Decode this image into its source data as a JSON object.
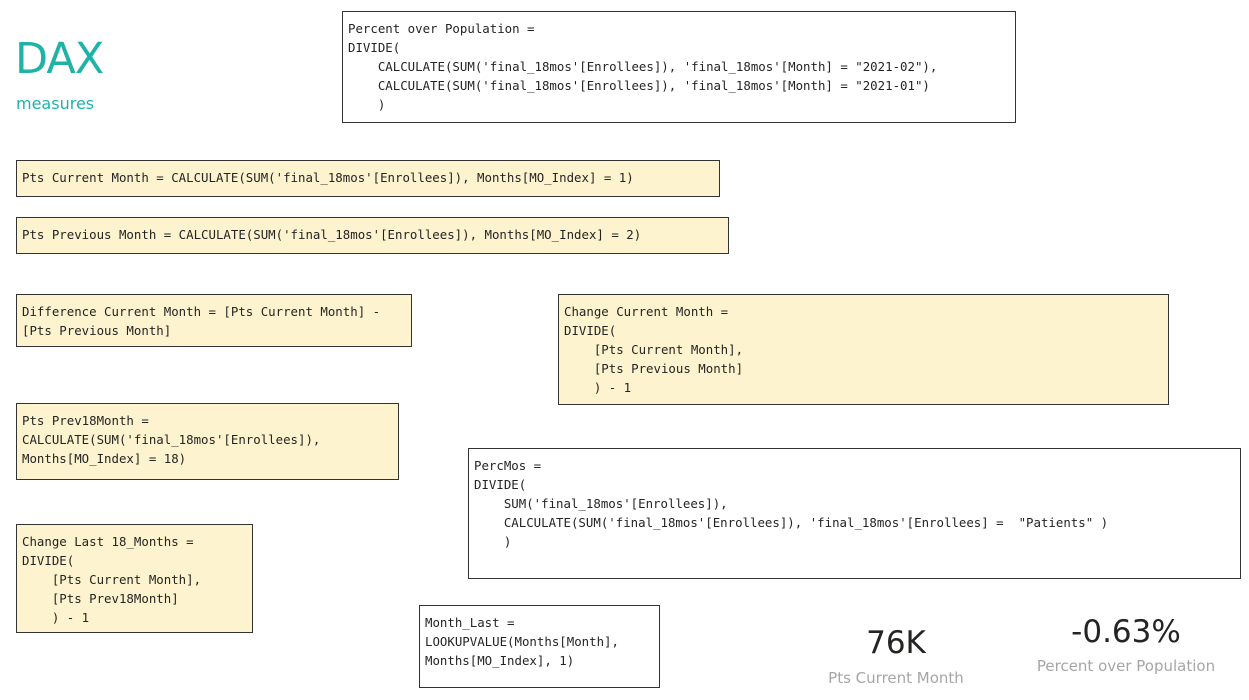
{
  "header": {
    "title": "DAX",
    "subtitle": "measures"
  },
  "measures": {
    "percent_over_population": "Percent over Population =\nDIVIDE(\n    CALCULATE(SUM('final_18mos'[Enrollees]), 'final_18mos'[Month] = \"2021-02\"),\n    CALCULATE(SUM('final_18mos'[Enrollees]), 'final_18mos'[Month] = \"2021-01\")\n    )",
    "pts_current_month": "Pts Current Month = CALCULATE(SUM('final_18mos'[Enrollees]), Months[MO_Index] = 1)",
    "pts_previous_month": "Pts Previous Month = CALCULATE(SUM('final_18mos'[Enrollees]), Months[MO_Index] = 2)",
    "difference_current_month": "Difference Current Month = [Pts Current Month] -\n[Pts Previous Month]",
    "change_current_month": "Change Current Month =\nDIVIDE(\n    [Pts Current Month],\n    [Pts Previous Month]\n    ) - 1",
    "pts_prev18month": "Pts Prev18Month =\nCALCULATE(SUM('final_18mos'[Enrollees]),\nMonths[MO_Index] = 18)",
    "perc_mos": "PercMos =\nDIVIDE(\n    SUM('final_18mos'[Enrollees]),\n    CALCULATE(SUM('final_18mos'[Enrollees]), 'final_18mos'[Enrollees] =  \"Patients\" )\n    )",
    "change_last_18_months": "Change Last 18_Months =\nDIVIDE(\n    [Pts Current Month],\n    [Pts Prev18Month]\n    ) - 1",
    "month_last": "Month_Last =\nLOOKUPVALUE(Months[Month],\nMonths[MO_Index], 1)"
  },
  "kpis": {
    "pts_current_month": {
      "value": "76K",
      "label": "Pts Current Month"
    },
    "percent_over_population": {
      "value": "-0.63%",
      "label": "Percent over Population"
    }
  },
  "colors": {
    "accent": "#1fb3a8",
    "box_fill": "#fdf3cf",
    "kpi_label": "#a6a6a6"
  }
}
